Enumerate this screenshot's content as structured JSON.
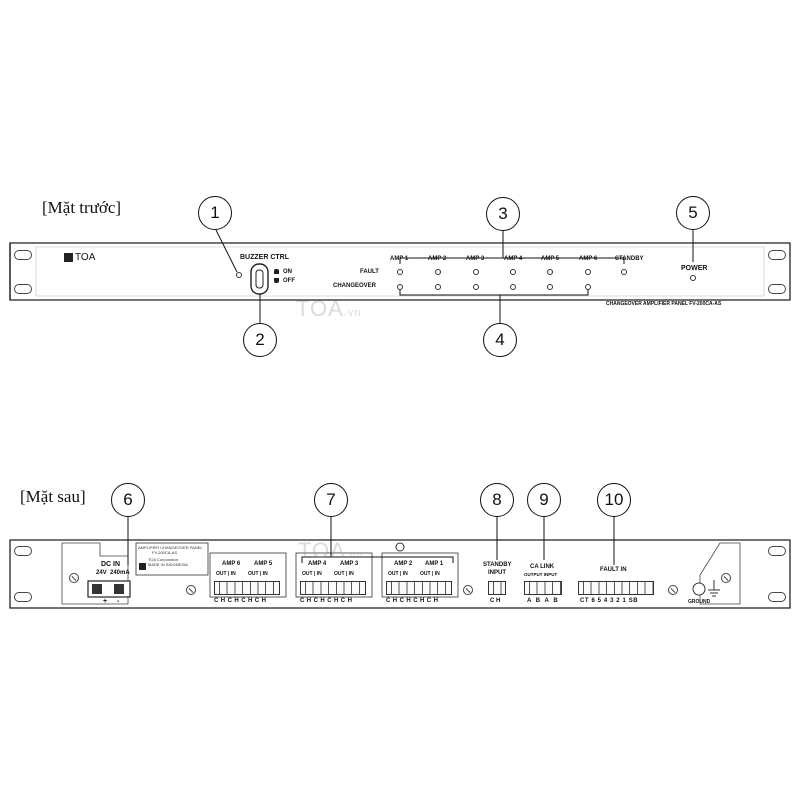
{
  "sections": {
    "front_title": "[Mặt trước]",
    "rear_title": "[Mặt sau]"
  },
  "watermark": {
    "brand": "TOA",
    "suffix": ".vn"
  },
  "callouts": [
    "1",
    "2",
    "3",
    "4",
    "5",
    "6",
    "7",
    "8",
    "9",
    "10"
  ],
  "front": {
    "logo": "TOA",
    "buzzer_label": "BUZZER CTRL",
    "on_label": "ON",
    "off_label": "OFF",
    "fault_label": "FAULT",
    "changeover_label": "CHANGEOVER",
    "amp_labels": [
      "AMP 1",
      "AMP 2",
      "AMP 3",
      "AMP 4",
      "AMP 5",
      "AMP 6"
    ],
    "standby_label": "STANDBY",
    "power_label": "POWER",
    "model_label": "CHANGEOVER AMPLIFIER PANEL FV-200CA-AS"
  },
  "rear": {
    "dc_in": "DC IN",
    "dc_spec": "24V  240mA",
    "plus": "+",
    "minus": "-",
    "sticker_line1": "AMPLIFIER CHANGEOVER PANEL",
    "sticker_line2": "FV-200CA-AS",
    "sticker_brand": "TOA Corporation",
    "sticker_made": "MADE IN INDONESIA",
    "group1": {
      "left": "AMP 6",
      "right": "AMP 5"
    },
    "group2": {
      "left": "AMP 4",
      "right": "AMP 3"
    },
    "group3": {
      "left": "AMP 2",
      "right": "AMP 1"
    },
    "out_in": "OUT | IN",
    "ch_pins": "C H C H C H C H",
    "standby_input_1": "STANDBY",
    "standby_input_2": "INPUT",
    "standby_pins": "C H",
    "ca_link": "CA LINK",
    "ca_sub": "OUTPUT INPUT",
    "ca_pins": "A B A B",
    "fault_in": "FAULT IN",
    "fault_pins": "CT 6 5 4 3 2 1 SB",
    "ground": "GROUND"
  }
}
